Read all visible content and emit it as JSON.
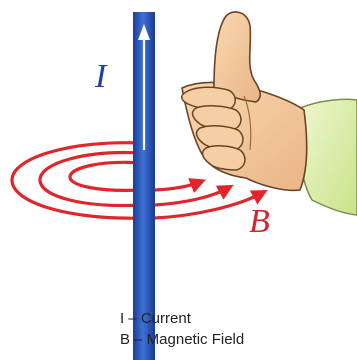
{
  "labels": {
    "current_symbol": "I",
    "field_symbol": "B"
  },
  "legend": [
    "I – Current",
    "B – Magnetic Field"
  ],
  "colors": {
    "wire": "#2a52b8",
    "field": "#e0252b",
    "skin": "#f2c79a",
    "sleeve": "#d6eda0"
  }
}
